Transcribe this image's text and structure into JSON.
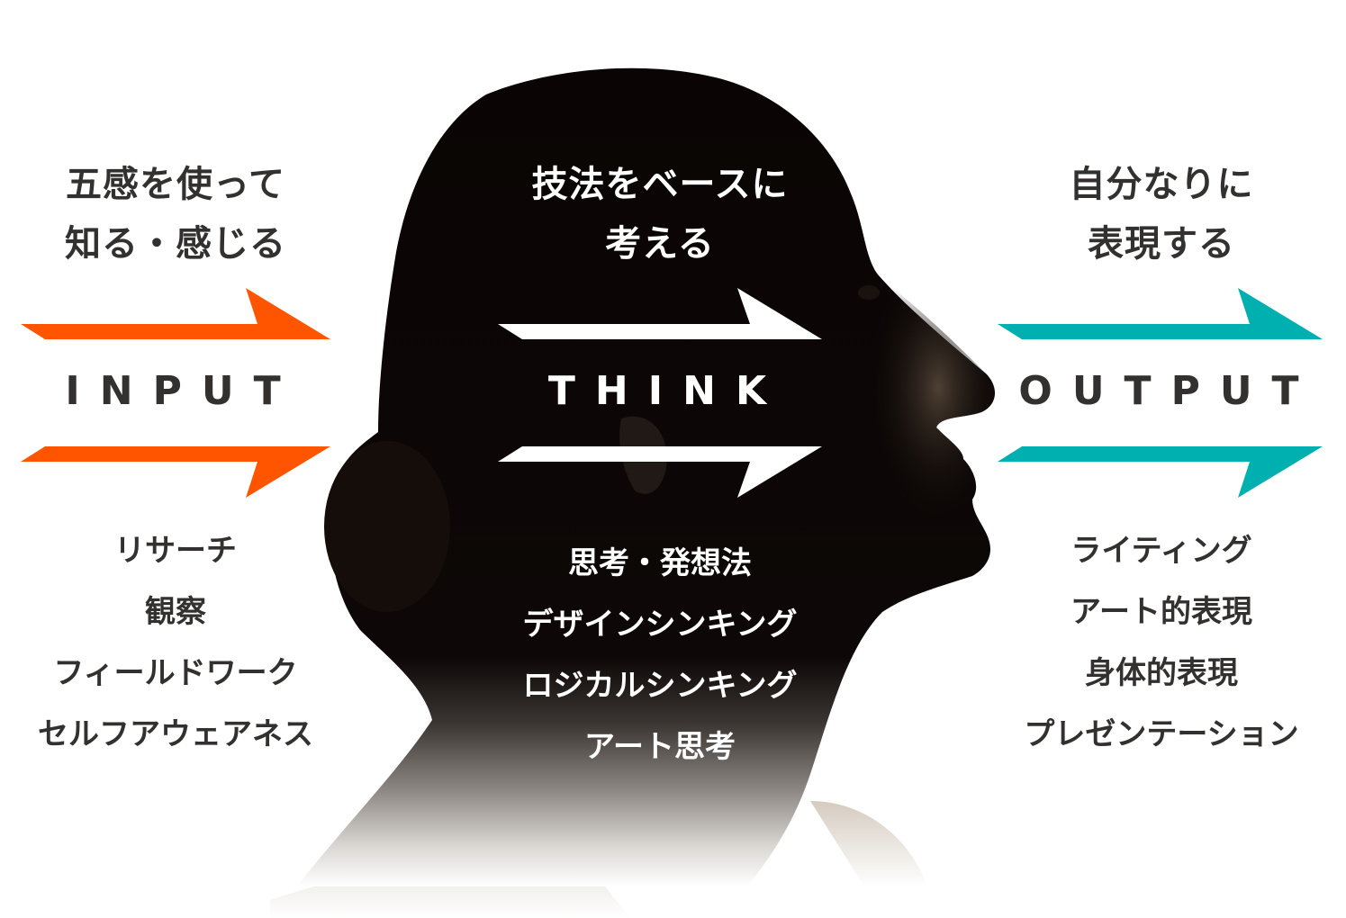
{
  "colors": {
    "input_accent": "#FF5500",
    "think_accent": "#FFFFFF",
    "output_accent": "#00AFAF",
    "text_dark": "#333030",
    "silhouette": "#0A0504"
  },
  "image": {
    "icon": "woman-profile-silhouette-image"
  },
  "input": {
    "heading": [
      "五感を使って",
      "知る・感じる"
    ],
    "label": "INPUT",
    "items": [
      "リサーチ",
      "観察",
      "フィールドワーク",
      "セルフアウェアネス"
    ]
  },
  "think": {
    "heading": [
      "技法をベースに",
      "考える"
    ],
    "label": "THINK",
    "items": [
      "思考・発想法",
      "デザインシンキング",
      "ロジカルシンキング",
      "アート思考"
    ]
  },
  "output": {
    "heading": [
      "自分なりに",
      "表現する"
    ],
    "label": "OUTPUT",
    "items": [
      "ライティング",
      "アート的表現",
      "身体的表現",
      "プレゼンテーション"
    ]
  }
}
